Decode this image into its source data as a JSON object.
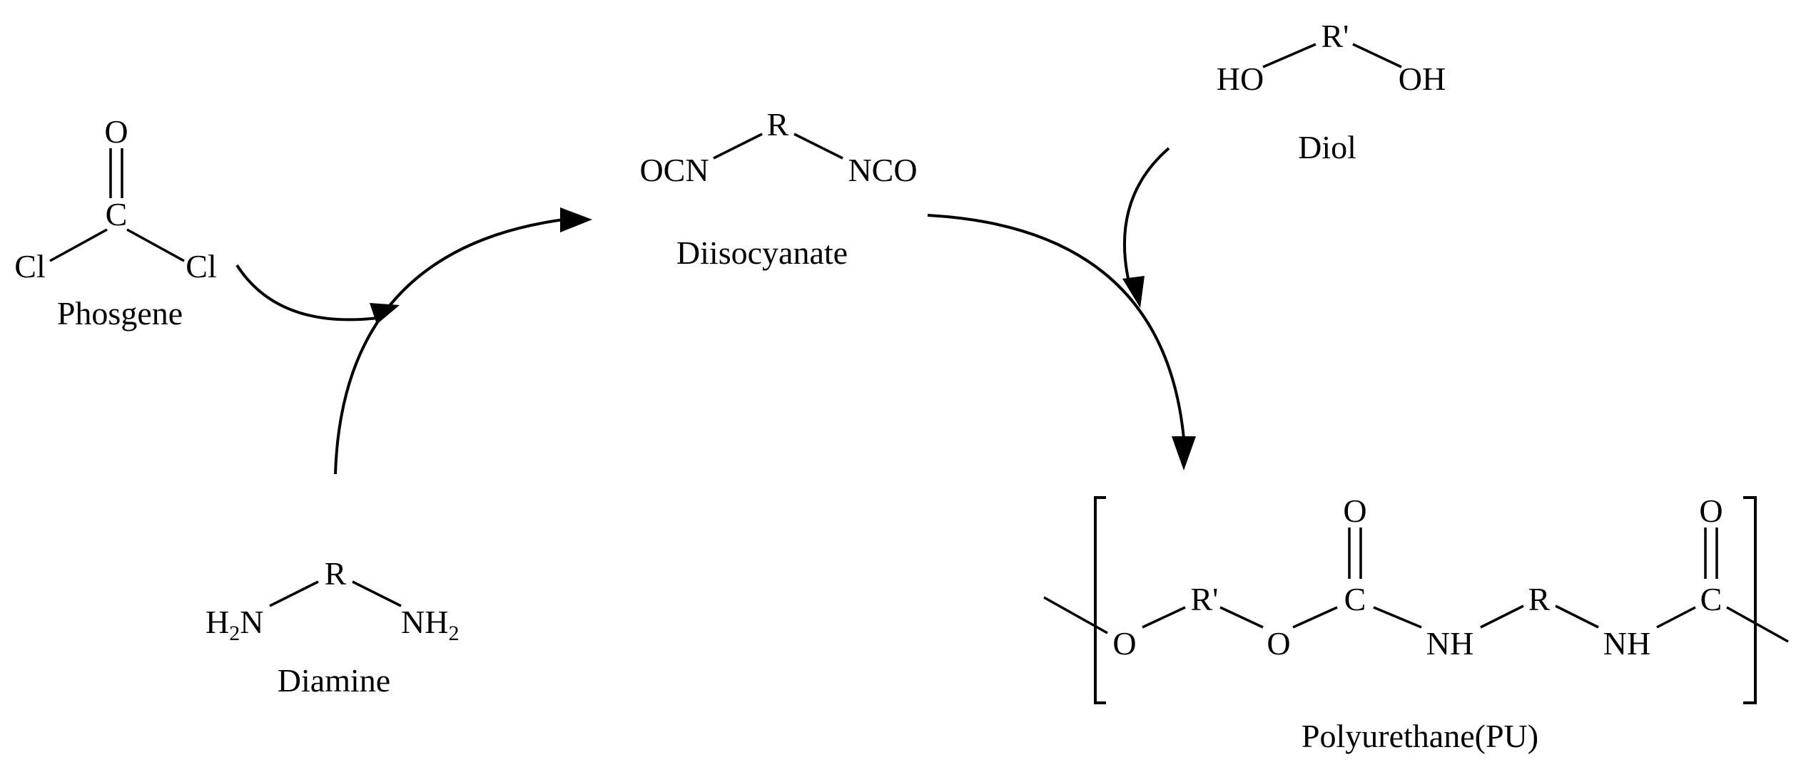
{
  "molecules": {
    "phosgene": {
      "name": "Phosgene",
      "atoms": {
        "o": "O",
        "c": "C",
        "cl_left": "Cl",
        "cl_right": "Cl"
      }
    },
    "diisocyanate": {
      "name": "Diisocyanate",
      "atoms": {
        "r": "R",
        "left": "OCN",
        "right": "NCO"
      }
    },
    "diol": {
      "name": "Diol",
      "atoms": {
        "r": "R'",
        "left": "HO",
        "right": "OH"
      }
    },
    "diamine": {
      "name": "Diamine",
      "atoms": {
        "r": "R",
        "left_h": "H",
        "left_sub": "2",
        "left_n": "N",
        "right_nh": "NH",
        "right_sub": "2"
      }
    },
    "polyurethane": {
      "name": "Polyurethane(PU)",
      "atoms": {
        "o1": "O",
        "r_prime": "R'",
        "o2": "O",
        "c1": "C",
        "o_carbonyl1": "O",
        "nh1": "NH",
        "r": "R",
        "nh2": "NH",
        "c2": "C",
        "o_carbonyl2": "O"
      }
    }
  }
}
